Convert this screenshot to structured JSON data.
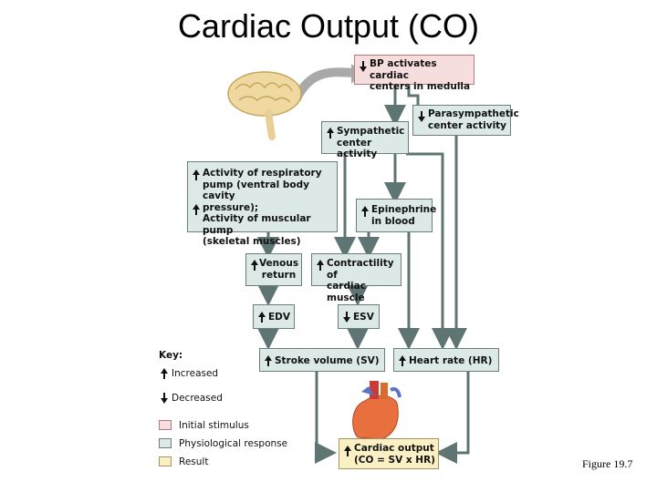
{
  "title": "Cardiac Output (CO)",
  "figure_label": "Figure 19.7",
  "boxes": {
    "bp": {
      "line1": "BP activates cardiac",
      "line2": "centers in medulla"
    },
    "parasympathetic": {
      "line1": "Parasympathetic",
      "line2": "center activity"
    },
    "sympathetic": {
      "line1": "Sympathetic",
      "line2": "center activity"
    },
    "respiratory": {
      "line1": "Activity of respiratory",
      "line2": "pump (ventral body cavity",
      "line3": "pressure);",
      "line4": "Activity of muscular pump",
      "line5": "(skeletal muscles)"
    },
    "epinephrine": {
      "line1": "Epinephrine",
      "line2": "in blood"
    },
    "venous": {
      "line1": "Venous",
      "line2": "return"
    },
    "contractility": {
      "line1": "Contractility of",
      "line2": "cardiac muscle"
    },
    "edv": {
      "line1": "EDV"
    },
    "esv": {
      "line1": "ESV"
    },
    "sv": {
      "line1": "Stroke volume (SV)"
    },
    "hr": {
      "line1": "Heart rate (HR)"
    },
    "co": {
      "line1": "Cardiac output",
      "line2": "(CO = SV x HR)"
    }
  },
  "key": {
    "title": "Key:",
    "increased": "Increased",
    "decreased": "Decreased",
    "initial_stimulus": "Initial stimulus",
    "physiological_response": "Physiological response",
    "result": "Result"
  },
  "colors": {
    "stimulus": "#f7dede",
    "response": "#dce9e6",
    "result": "#fbf0c3",
    "connector": "#5f7573",
    "brain_arrow": "#a9a9a9"
  },
  "icons": {
    "increase": "up-arrow-icon",
    "decrease": "down-arrow-icon",
    "brain": "brain-illustration",
    "heart": "heart-illustration"
  }
}
